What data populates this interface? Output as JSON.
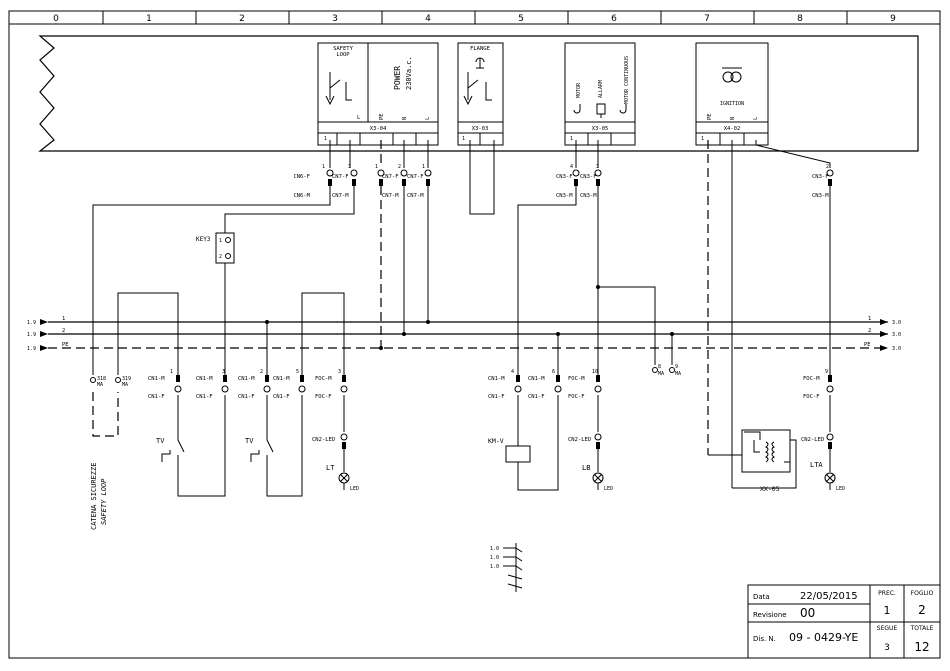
{
  "ruler": [
    "0",
    "1",
    "2",
    "3",
    "4",
    "5",
    "6",
    "7",
    "8",
    "9"
  ],
  "modules": {
    "safety": {
      "title1": "SAFETY",
      "title2": "LOOP",
      "term_l": "L",
      "power1": "POWER",
      "power2": "230Va.c.",
      "pe": "PE",
      "n": "N",
      "l": "L",
      "connector": "X3-04",
      "pin1": "1"
    },
    "flange": {
      "title": "FLANGE",
      "connector": "X3-03",
      "pin1": "1"
    },
    "motor": {
      "motor": "MOTOR",
      "allarm": "ALLARM",
      "motor_cont": "MOTOR CONTINUOUS",
      "connector": "X3-05",
      "pin1": "1"
    },
    "ignition": {
      "title": "IGNITION",
      "pe": "PE",
      "n": "N",
      "l": "L",
      "connector": "X4-02",
      "pin1": "1"
    }
  },
  "top_connectors": [
    {
      "f": "CN6-F",
      "m": "CN6-M",
      "num": "1"
    },
    {
      "f": "CN7-F",
      "m": "CN7-M",
      "num": "3"
    },
    {
      "f": "CN7-F",
      "m": "CN7-M",
      "num": "1"
    },
    {
      "f": "CN7-F",
      "m": "CN7-M",
      "num": "2"
    },
    {
      "f": "CN7-F",
      "m": "CN7-M",
      "num": "1"
    },
    {
      "f": "CN3-F",
      "m": "CN3-M",
      "num": "4"
    },
    {
      "f": "CN3-F",
      "m": "CN3-M",
      "num": "3"
    },
    {
      "f": "CN3-F",
      "m": "CN3-M",
      "num": "2"
    }
  ],
  "key": {
    "label": "KEY3",
    "p1": "1",
    "p2": "2"
  },
  "rails": {
    "left_ref": "1.9",
    "right_ref": "3.0",
    "l1": "1",
    "l2": "2",
    "pe": "PE"
  },
  "terminals": {
    "t318": "318",
    "t319": "319",
    "ma": "MA",
    "t8": "8",
    "t9": "9"
  },
  "mid_connectors": [
    {
      "m": "CN1-M",
      "f": "CN1-F",
      "num": "1"
    },
    {
      "m": "CN1-M",
      "f": "CN1-F",
      "num": "3"
    },
    {
      "m": "CN1-M",
      "f": "CN1-F",
      "num": "2"
    },
    {
      "m": "CN1-M",
      "f": "CN1-F",
      "num": "5"
    },
    {
      "m": "FOC-M",
      "f": "FOC-F",
      "num": "3"
    },
    {
      "m": "CN1-M",
      "f": "CN1-F",
      "num": "4"
    },
    {
      "m": "CN1-M",
      "f": "CN1-F",
      "num": "6"
    },
    {
      "m": "FOC-M",
      "f": "FOC-F",
      "num": "10"
    },
    {
      "m": "FOC-M",
      "f": "FOC-F",
      "num": "9"
    }
  ],
  "devices": {
    "tv": "TV",
    "cn2_led": "CN2-LED",
    "lt": "LT",
    "lb": "LB",
    "lta": "LTA",
    "led": "LED",
    "kmv": "KM-V",
    "xx05": "XX-05"
  },
  "safety_chain": {
    "line1": "CATENA SICUREZZE",
    "line2": "SAFETY LOOP"
  },
  "cross_refs": [
    "1.0",
    "1.0",
    "1.0"
  ],
  "title_block": {
    "data_label": "Data",
    "data_value": "22/05/2015",
    "rev_label": "Revisione",
    "rev_value": "00",
    "dis_label": "Dis. N.",
    "dis_value": "09 - 0429-YE",
    "prec_label": "PREC.",
    "prec_value": "1",
    "foglio_label": "FOGLIO",
    "foglio_value": "2",
    "segue_label": "SEGUE",
    "segue_value": "3",
    "totale_label": "TOTALE",
    "totale_value": "12"
  }
}
